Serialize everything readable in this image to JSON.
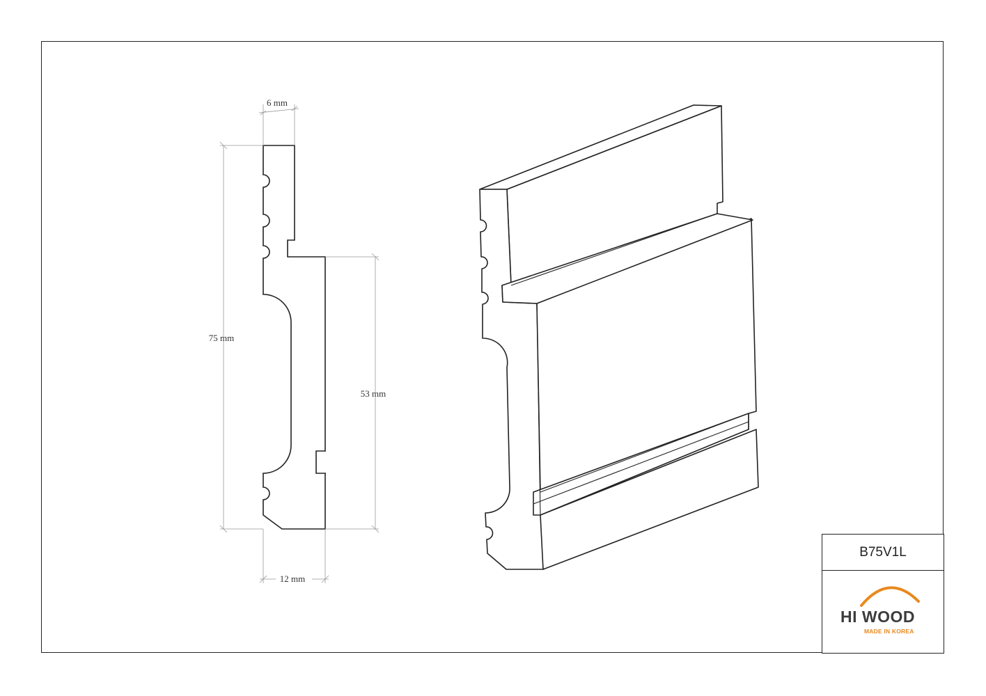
{
  "dimensions": {
    "top_width": "6 mm",
    "total_height": "75 mm",
    "front_height": "53 mm",
    "bottom_width": "12 mm"
  },
  "title_block": {
    "product_code": "B75V1L",
    "brand": "HI WOOD",
    "tagline": "MADE IN KOREA"
  },
  "colors": {
    "line": "#222222",
    "dimension_line": "#999999",
    "brand_orange": "#e8891e",
    "brand_grey": "#3c3c3c"
  }
}
